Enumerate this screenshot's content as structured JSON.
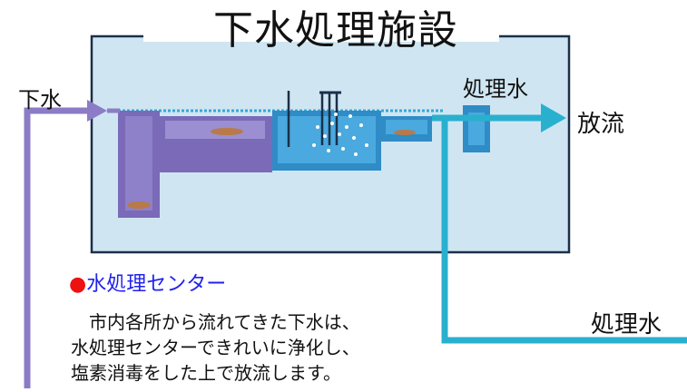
{
  "title": "下水処理施設",
  "labels": {
    "sewage_in": "下水",
    "treated_water_top": "処理水",
    "discharge": "放流",
    "treated_water_right": "処理水"
  },
  "section": {
    "bullet": "●",
    "heading": "水処理センター",
    "description_lines": [
      "　市内各所から流れてきた下水は、",
      "水処理センターできれいに浄化し、",
      "塩素消毒をした上で放流します。"
    ]
  },
  "colors": {
    "sewage_pipe": "#8c7cc6",
    "tank_purple": "#7a6ab8",
    "water_blue": "#3aa6d4",
    "treated_pipe": "#2ab0cf",
    "basin_fill": "#cfe6f2",
    "sludge": "#b87a48"
  }
}
